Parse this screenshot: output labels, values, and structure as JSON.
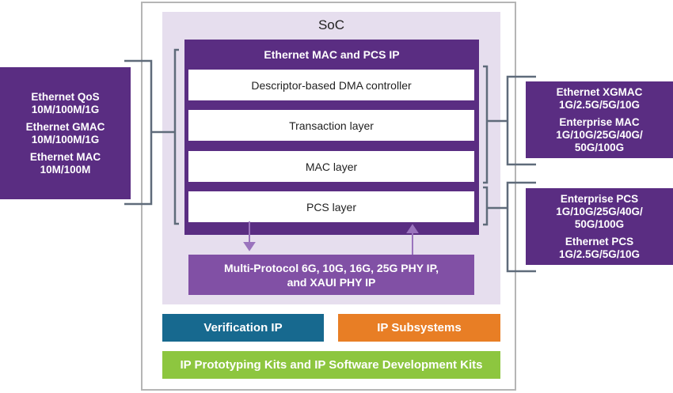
{
  "soc": {
    "title": "SoC"
  },
  "ethernet_ip": {
    "title": "Ethernet MAC and PCS IP",
    "layers": [
      {
        "label": "Descriptor-based DMA controller"
      },
      {
        "label": "Transaction layer"
      },
      {
        "label": "MAC layer"
      },
      {
        "label": "PCS layer"
      }
    ]
  },
  "phy": {
    "label": "Multi-Protocol 6G, 10G, 16G, 25G PHY IP,\nand XAUI PHY IP"
  },
  "bottom": {
    "verification": "Verification IP",
    "subsystems": "IP Subsystems",
    "prototyping": "IP Prototyping Kits and IP Software Development Kits"
  },
  "left_box": {
    "groups": [
      {
        "text": "Ethernet QoS\n10M/100M/1G"
      },
      {
        "text": "Ethernet GMAC\n10M/100M/1G"
      },
      {
        "text": "Ethernet MAC\n10M/100M"
      }
    ]
  },
  "right_top_box": {
    "groups": [
      {
        "text": "Ethernet XGMAC\n1G/2.5G/5G/10G"
      },
      {
        "text": "Enterprise MAC\n1G/10G/25G/40G/\n50G/100G"
      }
    ]
  },
  "right_bottom_box": {
    "groups": [
      {
        "text": "Enterprise PCS\n1G/10G/25G/40G/\n50G/100G"
      },
      {
        "text": "Ethernet PCS\n1G/2.5G/5G/10G"
      }
    ]
  },
  "colors": {
    "purple_dark": "#5a2d82",
    "purple_light": "#8150a5",
    "soc_bg": "#e6deee",
    "verification": "#17698f",
    "subsystems": "#e87e25",
    "prototyping": "#8dc63f",
    "connector": "#5f6b7a"
  }
}
